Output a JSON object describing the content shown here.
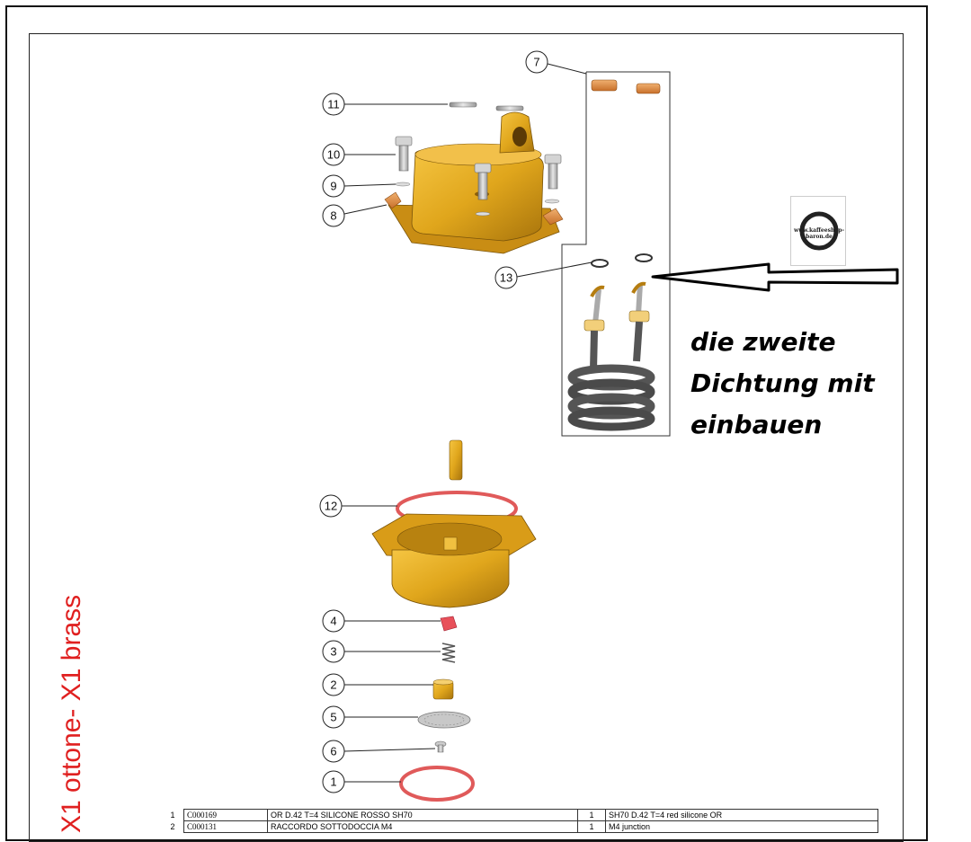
{
  "side_title": "X1 ottone- X1 brass",
  "note_lines": [
    "die zweite",
    "Dichtung mit",
    "einbauen"
  ],
  "thumbnail_text": [
    "www.kaffeeshop-",
    "baron.de"
  ],
  "callouts": [
    "1",
    "2",
    "3",
    "4",
    "5",
    "6",
    "7",
    "8",
    "9",
    "10",
    "11",
    "12",
    "13"
  ],
  "parts_table": [
    {
      "row": "1",
      "code": "C000169",
      "description": "OR D.42  T=4  SILICONE ROSSO  SH70",
      "qty": "1",
      "description_en": "SH70  D.42 T=4 red silicone OR"
    },
    {
      "row": "2",
      "code": "C000131",
      "description": "RACCORDO SOTTODOCCIA M4",
      "qty": "1",
      "description_en": "M4 junction"
    }
  ],
  "colors": {
    "brass": "#e0a61c",
    "brass_dark": "#b57d10",
    "gasket_red": "#e05a5a",
    "coil": "#555555",
    "title_red": "#e02020"
  }
}
